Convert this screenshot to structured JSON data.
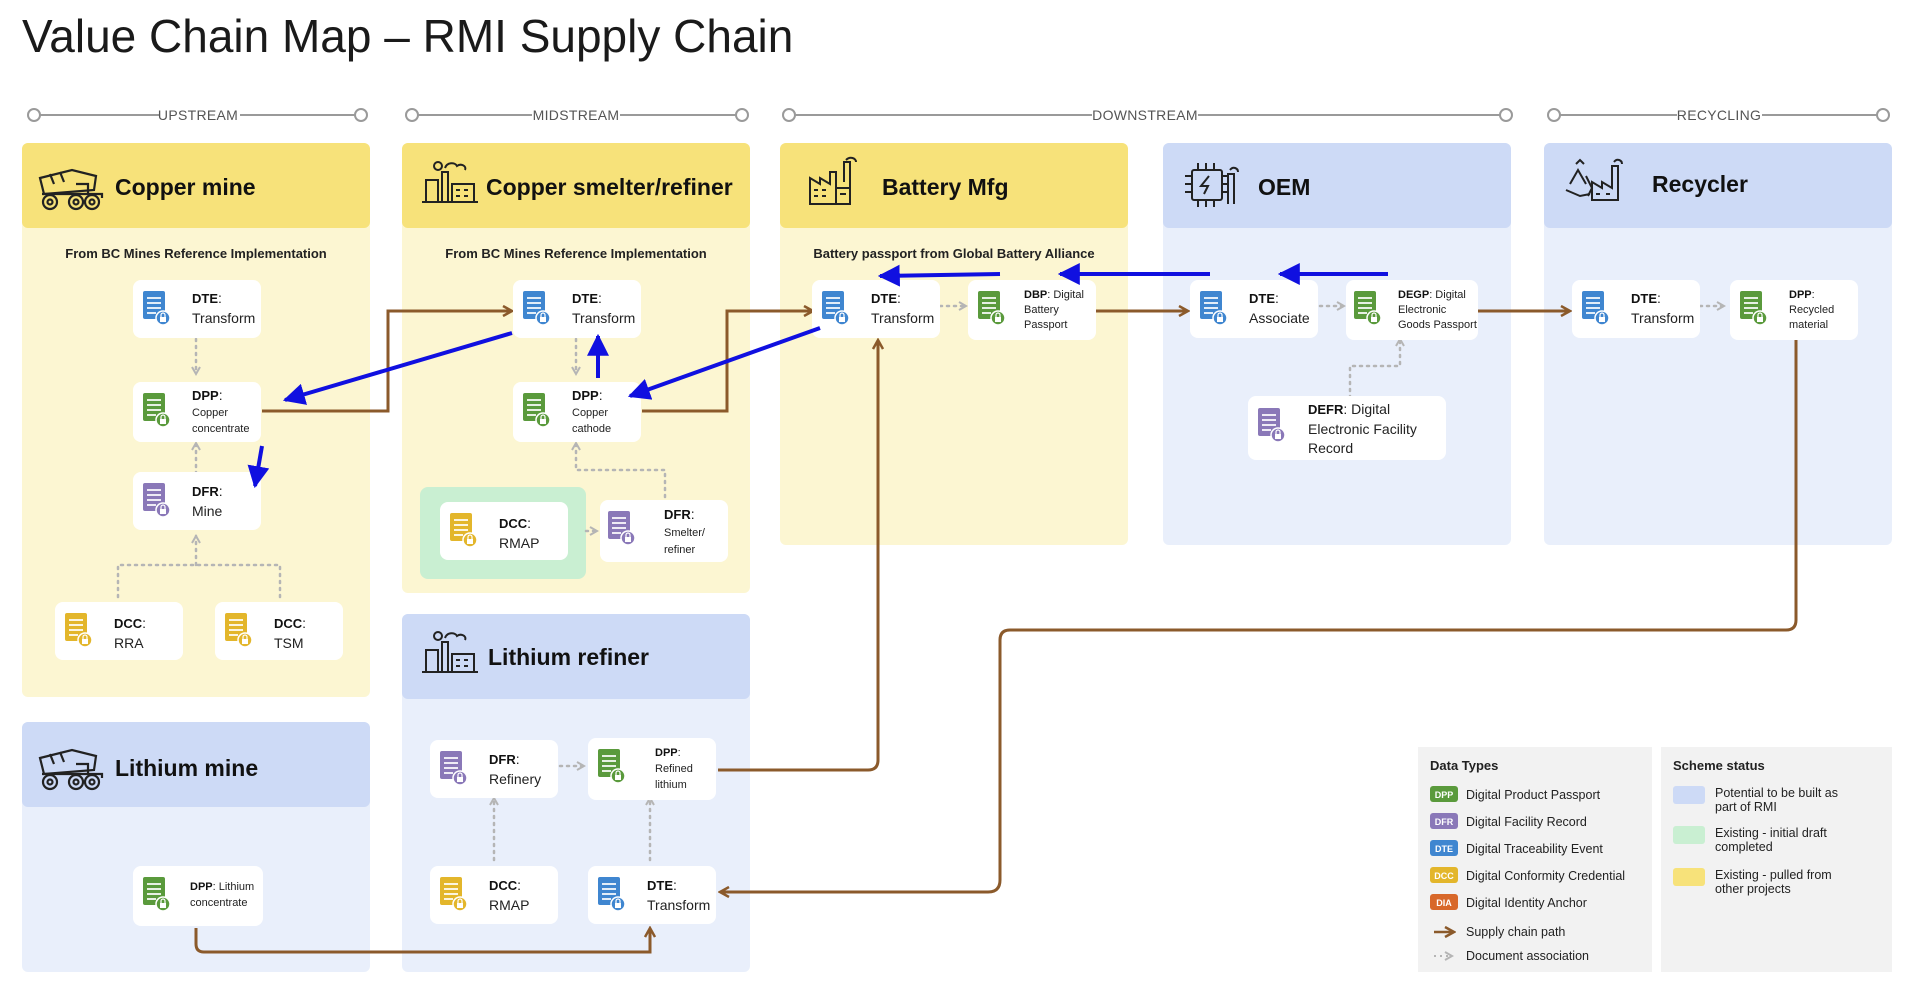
{
  "title": "Value Chain Map – RMI Supply Chain",
  "stages": {
    "upstream": "UPSTREAM",
    "midstream": "MIDSTREAM",
    "downstream": "DOWNSTREAM",
    "recycling": "RECYCLING"
  },
  "lanes": {
    "copper_mine": "Copper mine",
    "smelter": "Copper smelter/refiner",
    "battery": "Battery Mfg",
    "oem": "OEM",
    "recycler": "Recycler",
    "lithium_mine": "Lithium mine",
    "lithium_refiner": "Lithium refiner"
  },
  "sources": {
    "copper_mine": "From BC Mines Reference Implementation",
    "smelter": "From BC Mines Reference Implementation",
    "battery": "Battery passport from Global Battery Alliance"
  },
  "nodes": {
    "cm_dte": {
      "bold": "DTE",
      "rest": ":",
      "line2": "Transform"
    },
    "cm_dpp": {
      "bold": "DPP",
      "rest": ":",
      "line2": "Copper",
      "line3": "concentrate"
    },
    "cm_dfr": {
      "bold": "DFR",
      "rest": ":",
      "line2": "Mine"
    },
    "cm_dcc_rra": {
      "bold": "DCC",
      "rest": ":",
      "line2": "RRA"
    },
    "cm_dcc_tsm": {
      "bold": "DCC",
      "rest": ":",
      "line2": "TSM"
    },
    "sm_dte": {
      "bold": "DTE",
      "rest": ":",
      "line2": "Transform"
    },
    "sm_dpp": {
      "bold": "DPP",
      "rest": ":",
      "line2": "Copper",
      "line3": "cathode"
    },
    "sm_dcc": {
      "bold": "DCC",
      "rest": ":",
      "line2": "RMAP"
    },
    "sm_dfr": {
      "bold": "DFR",
      "rest": ":",
      "line2": "Smelter/",
      "line3": "refiner"
    },
    "bm_dte": {
      "bold": "DTE",
      "rest": ":",
      "line2": "Transform"
    },
    "bm_dbp": {
      "bold": "DBP",
      "rest": ": Digital",
      "line2": "Battery",
      "line3": "Passport"
    },
    "oem_dte": {
      "bold": "DTE",
      "rest": ":",
      "line2": "Associate"
    },
    "oem_degp": {
      "bold": "DEGP",
      "rest": ": Digital",
      "line2": "Electronic",
      "line3": "Goods Passport"
    },
    "oem_defr": {
      "bold": "DEFR",
      "rest": ": Digital",
      "line2": "Electronic Facility",
      "line3": "Record"
    },
    "rc_dte": {
      "bold": "DTE",
      "rest": ":",
      "line2": "Transform"
    },
    "rc_dpp": {
      "bold": "DPP",
      "rest": ":",
      "line2": "Recycled",
      "line3": "material"
    },
    "lm_dpp": {
      "bold": "DPP",
      "rest": ": Lithium",
      "line2": "concentrate"
    },
    "lr_dfr": {
      "bold": "DFR",
      "rest": ":",
      "line2": "Refinery"
    },
    "lr_dpp": {
      "bold": "DPP",
      "rest": ":",
      "line2": "Refined",
      "line3": "lithium"
    },
    "lr_dcc": {
      "bold": "DCC",
      "rest": ":",
      "line2": "RMAP"
    },
    "lr_dte": {
      "bold": "DTE",
      "rest": ":",
      "line2": "Transform"
    }
  },
  "legend": {
    "data_types_title": "Data Types",
    "types": [
      {
        "badge": "DPP",
        "label": "Digital Product Passport",
        "color": "#5a9a3c"
      },
      {
        "badge": "DFR",
        "label": "Digital Facility Record",
        "color": "#8a78b8"
      },
      {
        "badge": "DTE",
        "label": "Digital Traceability Event",
        "color": "#3f86d0"
      },
      {
        "badge": "DCC",
        "label": "Digital Conformity Credential",
        "color": "#e3b62b"
      },
      {
        "badge": "DIA",
        "label": "Digital Identity Anchor",
        "color": "#d8682a"
      }
    ],
    "supply_path": "Supply chain path",
    "doc_assoc": "Document association",
    "status_title": "Scheme status",
    "status": [
      {
        "line1": "Potential to be built as",
        "line2": "part of RMI",
        "color": "#cddaf6"
      },
      {
        "line1": "Existing - initial draft",
        "line2": "completed",
        "color": "#c9efd2"
      },
      {
        "line1": "Existing - pulled from",
        "line2": "other projects",
        "color": "#f7e27a"
      }
    ]
  },
  "colors": {
    "yellow_head": "#f7e27a",
    "yellow_body": "#fcf6d2",
    "blue_head": "#cddaf6",
    "blue_body": "#e9effb",
    "green": "#c9efd2",
    "supply_path": "#8b5a2b",
    "overlay_arrow": "#1010e0"
  }
}
